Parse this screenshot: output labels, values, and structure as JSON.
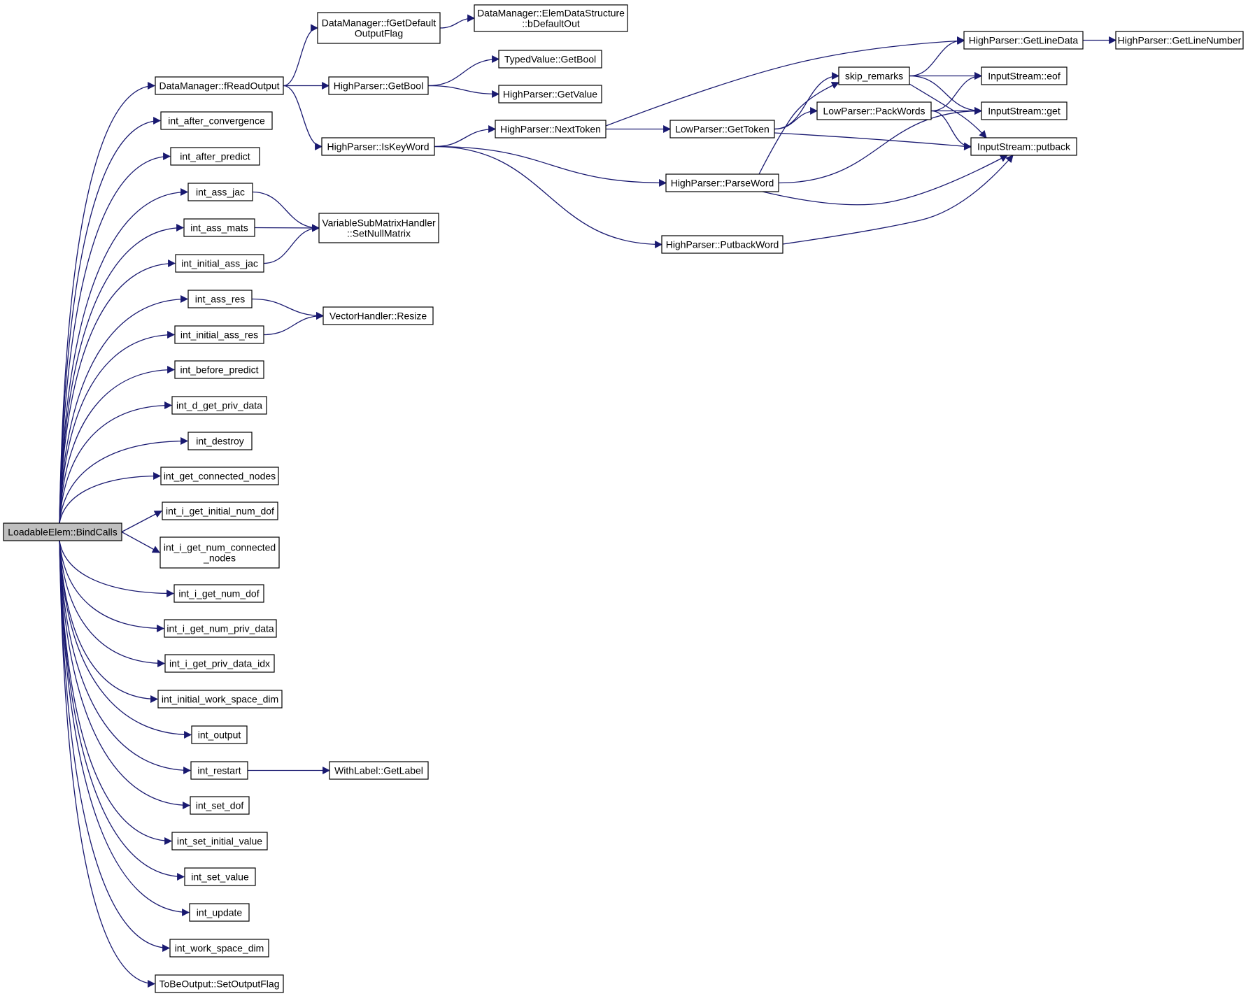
{
  "diagram": {
    "type": "call-graph",
    "edge_color": "#191970",
    "root_fill": "#bfbfbf",
    "nodes": [
      {
        "id": "bindcalls",
        "lines": [
          "LoadableElem::BindCalls"
        ],
        "root": true
      },
      {
        "id": "freadoutput",
        "lines": [
          "DataManager::fReadOutput"
        ]
      },
      {
        "id": "int_after_convergence",
        "lines": [
          "int_after_convergence"
        ]
      },
      {
        "id": "int_after_predict",
        "lines": [
          "int_after_predict"
        ]
      },
      {
        "id": "int_ass_jac",
        "lines": [
          "int_ass_jac"
        ]
      },
      {
        "id": "int_ass_mats",
        "lines": [
          "int_ass_mats"
        ]
      },
      {
        "id": "int_initial_ass_jac",
        "lines": [
          "int_initial_ass_jac"
        ]
      },
      {
        "id": "int_ass_res",
        "lines": [
          "int_ass_res"
        ]
      },
      {
        "id": "int_initial_ass_res",
        "lines": [
          "int_initial_ass_res"
        ]
      },
      {
        "id": "int_before_predict",
        "lines": [
          "int_before_predict"
        ]
      },
      {
        "id": "int_d_get_priv_data",
        "lines": [
          "int_d_get_priv_data"
        ]
      },
      {
        "id": "int_destroy",
        "lines": [
          "int_destroy"
        ]
      },
      {
        "id": "int_get_connected_nodes",
        "lines": [
          "int_get_connected_nodes"
        ]
      },
      {
        "id": "int_i_get_initial_num_dof",
        "lines": [
          "int_i_get_initial_num_dof"
        ]
      },
      {
        "id": "int_i_get_num_connected_nodes",
        "lines": [
          "int_i_get_num_connected",
          "_nodes"
        ]
      },
      {
        "id": "int_i_get_num_dof",
        "lines": [
          "int_i_get_num_dof"
        ]
      },
      {
        "id": "int_i_get_num_priv_data",
        "lines": [
          "int_i_get_num_priv_data"
        ]
      },
      {
        "id": "int_i_get_priv_data_idx",
        "lines": [
          "int_i_get_priv_data_idx"
        ]
      },
      {
        "id": "int_initial_work_space_dim",
        "lines": [
          "int_initial_work_space_dim"
        ]
      },
      {
        "id": "int_output",
        "lines": [
          "int_output"
        ]
      },
      {
        "id": "int_restart",
        "lines": [
          "int_restart"
        ]
      },
      {
        "id": "int_set_dof",
        "lines": [
          "int_set_dof"
        ]
      },
      {
        "id": "int_set_initial_value",
        "lines": [
          "int_set_initial_value"
        ]
      },
      {
        "id": "int_set_value",
        "lines": [
          "int_set_value"
        ]
      },
      {
        "id": "int_update",
        "lines": [
          "int_update"
        ]
      },
      {
        "id": "int_work_space_dim",
        "lines": [
          "int_work_space_dim"
        ]
      },
      {
        "id": "setoutputflag",
        "lines": [
          "ToBeOutput::SetOutputFlag"
        ]
      },
      {
        "id": "fgetdefaultoutputflag",
        "lines": [
          "DataManager::fGetDefault",
          "OutputFlag"
        ]
      },
      {
        "id": "bdefaultout",
        "lines": [
          "DataManager::ElemDataStructure",
          "::bDefaultOut"
        ]
      },
      {
        "id": "hp_getbool",
        "lines": [
          "HighParser::GetBool"
        ]
      },
      {
        "id": "tv_getbool",
        "lines": [
          "TypedValue::GetBool"
        ]
      },
      {
        "id": "hp_getvalue",
        "lines": [
          "HighParser::GetValue"
        ]
      },
      {
        "id": "hp_iskeyword",
        "lines": [
          "HighParser::IsKeyWord"
        ]
      },
      {
        "id": "hp_nexttoken",
        "lines": [
          "HighParser::NextToken"
        ]
      },
      {
        "id": "lp_gettoken",
        "lines": [
          "LowParser::GetToken"
        ]
      },
      {
        "id": "hp_parseword",
        "lines": [
          "HighParser::ParseWord"
        ]
      },
      {
        "id": "hp_putbackword",
        "lines": [
          "HighParser::PutbackWord"
        ]
      },
      {
        "id": "setnullmatrix",
        "lines": [
          "VariableSubMatrixHandler",
          "::SetNullMatrix"
        ]
      },
      {
        "id": "resize",
        "lines": [
          "VectorHandler::Resize"
        ]
      },
      {
        "id": "getlabel",
        "lines": [
          "WithLabel::GetLabel"
        ]
      },
      {
        "id": "skip_remarks",
        "lines": [
          "skip_remarks"
        ]
      },
      {
        "id": "lp_packwords",
        "lines": [
          "LowParser::PackWords"
        ]
      },
      {
        "id": "hp_getlinedata",
        "lines": [
          "HighParser::GetLineData"
        ]
      },
      {
        "id": "hp_getlinenumber",
        "lines": [
          "HighParser::GetLineNumber"
        ]
      },
      {
        "id": "is_eof",
        "lines": [
          "InputStream::eof"
        ]
      },
      {
        "id": "is_get",
        "lines": [
          "InputStream::get"
        ]
      },
      {
        "id": "is_putback",
        "lines": [
          "InputStream::putback"
        ]
      }
    ],
    "edges": [
      {
        "from": "bindcalls",
        "to": "freadoutput"
      },
      {
        "from": "bindcalls",
        "to": "int_after_convergence"
      },
      {
        "from": "bindcalls",
        "to": "int_after_predict"
      },
      {
        "from": "bindcalls",
        "to": "int_ass_jac"
      },
      {
        "from": "bindcalls",
        "to": "int_ass_mats"
      },
      {
        "from": "bindcalls",
        "to": "int_initial_ass_jac"
      },
      {
        "from": "bindcalls",
        "to": "int_ass_res"
      },
      {
        "from": "bindcalls",
        "to": "int_initial_ass_res"
      },
      {
        "from": "bindcalls",
        "to": "int_before_predict"
      },
      {
        "from": "bindcalls",
        "to": "int_d_get_priv_data"
      },
      {
        "from": "bindcalls",
        "to": "int_destroy"
      },
      {
        "from": "bindcalls",
        "to": "int_get_connected_nodes"
      },
      {
        "from": "bindcalls",
        "to": "int_i_get_initial_num_dof"
      },
      {
        "from": "bindcalls",
        "to": "int_i_get_num_connected_nodes"
      },
      {
        "from": "bindcalls",
        "to": "int_i_get_num_dof"
      },
      {
        "from": "bindcalls",
        "to": "int_i_get_num_priv_data"
      },
      {
        "from": "bindcalls",
        "to": "int_i_get_priv_data_idx"
      },
      {
        "from": "bindcalls",
        "to": "int_initial_work_space_dim"
      },
      {
        "from": "bindcalls",
        "to": "int_output"
      },
      {
        "from": "bindcalls",
        "to": "int_restart"
      },
      {
        "from": "bindcalls",
        "to": "int_set_dof"
      },
      {
        "from": "bindcalls",
        "to": "int_set_initial_value"
      },
      {
        "from": "bindcalls",
        "to": "int_set_value"
      },
      {
        "from": "bindcalls",
        "to": "int_update"
      },
      {
        "from": "bindcalls",
        "to": "int_work_space_dim"
      },
      {
        "from": "bindcalls",
        "to": "setoutputflag"
      },
      {
        "from": "freadoutput",
        "to": "fgetdefaultoutputflag"
      },
      {
        "from": "freadoutput",
        "to": "hp_getbool"
      },
      {
        "from": "freadoutput",
        "to": "hp_iskeyword"
      },
      {
        "from": "fgetdefaultoutputflag",
        "to": "bdefaultout"
      },
      {
        "from": "hp_getbool",
        "to": "tv_getbool"
      },
      {
        "from": "hp_getbool",
        "to": "hp_getvalue"
      },
      {
        "from": "hp_iskeyword",
        "to": "hp_nexttoken"
      },
      {
        "from": "hp_iskeyword",
        "to": "hp_parseword"
      },
      {
        "from": "hp_iskeyword",
        "to": "hp_putbackword"
      },
      {
        "from": "hp_nexttoken",
        "to": "hp_getlinedata"
      },
      {
        "from": "hp_nexttoken",
        "to": "lp_gettoken"
      },
      {
        "from": "lp_gettoken",
        "to": "skip_remarks"
      },
      {
        "from": "lp_gettoken",
        "to": "lp_packwords"
      },
      {
        "from": "lp_gettoken",
        "to": "is_putback"
      },
      {
        "from": "hp_parseword",
        "to": "skip_remarks"
      },
      {
        "from": "hp_parseword",
        "to": "is_get"
      },
      {
        "from": "hp_parseword",
        "to": "is_putback"
      },
      {
        "from": "hp_putbackword",
        "to": "is_putback"
      },
      {
        "from": "skip_remarks",
        "to": "hp_getlinedata"
      },
      {
        "from": "skip_remarks",
        "to": "is_eof"
      },
      {
        "from": "skip_remarks",
        "to": "is_get"
      },
      {
        "from": "skip_remarks",
        "to": "is_putback"
      },
      {
        "from": "lp_packwords",
        "to": "is_eof"
      },
      {
        "from": "lp_packwords",
        "to": "is_get"
      },
      {
        "from": "lp_packwords",
        "to": "is_putback"
      },
      {
        "from": "hp_getlinedata",
        "to": "hp_getlinenumber"
      },
      {
        "from": "int_ass_jac",
        "to": "setnullmatrix"
      },
      {
        "from": "int_ass_mats",
        "to": "setnullmatrix"
      },
      {
        "from": "int_initial_ass_jac",
        "to": "setnullmatrix"
      },
      {
        "from": "int_ass_res",
        "to": "resize"
      },
      {
        "from": "int_initial_ass_res",
        "to": "resize"
      },
      {
        "from": "int_restart",
        "to": "getlabel"
      }
    ]
  }
}
